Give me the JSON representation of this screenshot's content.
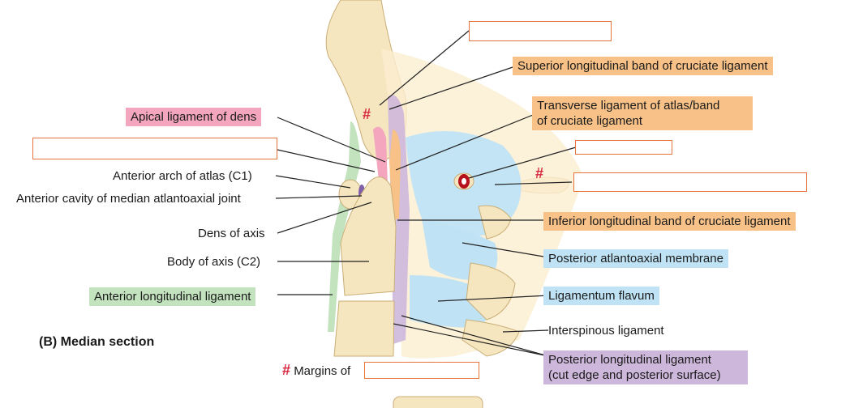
{
  "figure": {
    "caption": "(B) Median section",
    "footnote_symbol": "#",
    "footnote_text": "Margins of"
  },
  "colors": {
    "pink": "#f3a6bd",
    "orange": "#f7c187",
    "blue": "#bfe3f5",
    "green": "#c3e3bf",
    "purple": "#cdb7db",
    "box_border": "#e8733a",
    "hash": "#d7263d"
  },
  "labels": {
    "apical": "Apical ligament of dens",
    "ant_arch": "Anterior arch of atlas (C1)",
    "ant_cavity": "Anterior cavity of median atlantoaxial joint",
    "dens": "Dens of axis",
    "body_axis": "Body of axis (C2)",
    "ant_long": "Anterior longitudinal ligament",
    "sup_band": "Superior longitudinal band of cruciate ligament",
    "transverse_1": "Transverse ligament of atlas/band",
    "transverse_2": "of cruciate ligament",
    "inf_band": "Inferior longitudinal band of cruciate ligament",
    "post_atlanto": "Posterior atlantoaxial membrane",
    "flavum": "Ligamentum flavum",
    "interspinous": "Interspinous ligament",
    "post_long_1": "Posterior longitudinal ligament",
    "post_long_2": "(cut edge and posterior surface)",
    "hash_a": "#",
    "hash_b": "#"
  }
}
